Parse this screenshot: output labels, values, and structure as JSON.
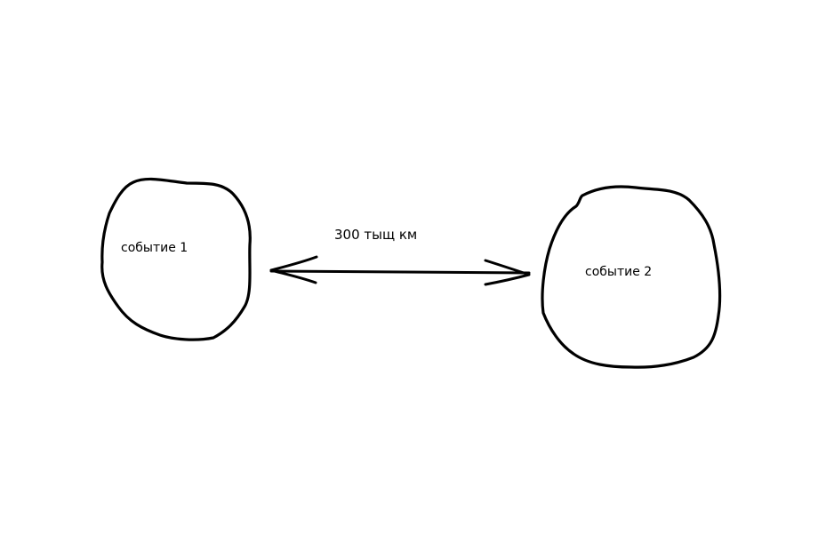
{
  "diagram": {
    "left_node": {
      "label": "событие 1"
    },
    "right_node": {
      "label": "событие 2"
    },
    "connector": {
      "label": "300 тыщ км",
      "direction": "bidirectional"
    }
  },
  "colors": {
    "background": "#ffffff",
    "stroke": "#000000"
  }
}
